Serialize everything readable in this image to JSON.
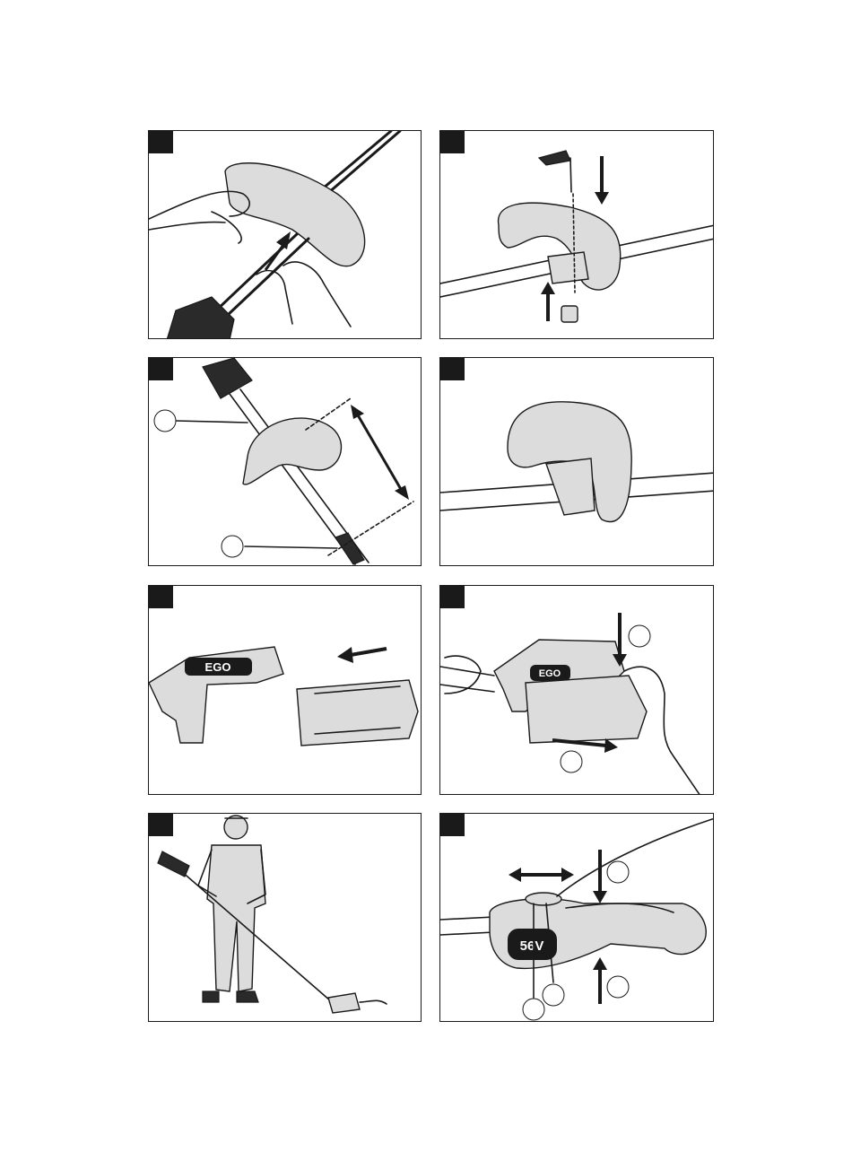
{
  "panels": [
    {
      "id": "fig-1",
      "badge": ""
    },
    {
      "id": "fig-2",
      "badge": ""
    },
    {
      "id": "fig-3",
      "badge": "",
      "callouts": [
        "",
        ""
      ]
    },
    {
      "id": "fig-4",
      "badge": ""
    },
    {
      "id": "fig-5",
      "badge": "",
      "brand": "EGO"
    },
    {
      "id": "fig-6",
      "badge": "",
      "brand": "EGO",
      "callouts": [
        "",
        ""
      ]
    },
    {
      "id": "fig-7",
      "badge": ""
    },
    {
      "id": "fig-8",
      "badge": "",
      "brand": "56V",
      "callouts": [
        "",
        "",
        "",
        ""
      ]
    }
  ],
  "colors": {
    "ink": "#1a1a1a",
    "fill": "#dcdcdc",
    "badge_text": "#ffffff"
  }
}
